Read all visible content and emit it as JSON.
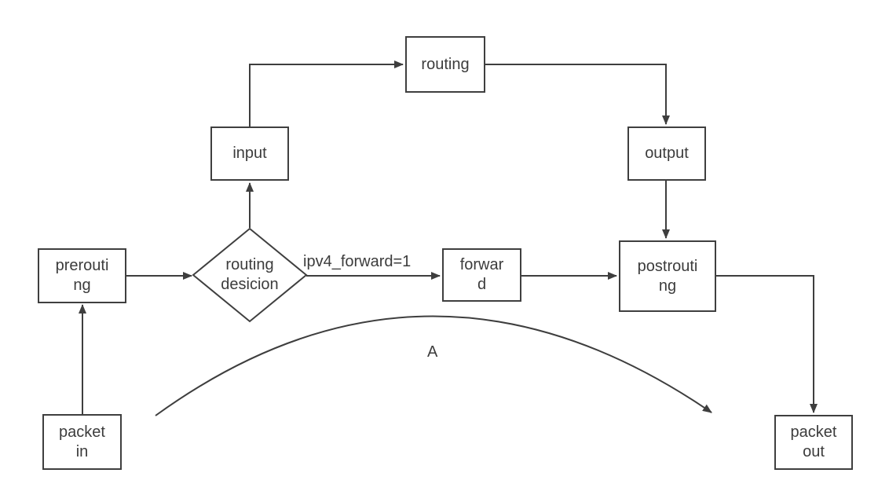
{
  "colors": {
    "line": "#3e3e3e",
    "border": "#3f3f3f",
    "text": "#3c3c3c",
    "background": "#ffffff"
  },
  "nodes": {
    "packet_in": {
      "lines": [
        "packet",
        "in"
      ]
    },
    "prerouting": {
      "lines": [
        "prerouti",
        "ng"
      ]
    },
    "routing_decision": {
      "lines": [
        "routing",
        "desicion"
      ]
    },
    "input": {
      "lines": [
        "input"
      ]
    },
    "routing": {
      "lines": [
        "routing"
      ]
    },
    "output": {
      "lines": [
        "output"
      ]
    },
    "forward": {
      "lines": [
        "forwar",
        "d"
      ]
    },
    "postrouting": {
      "lines": [
        "postrouti",
        "ng"
      ]
    },
    "packet_out": {
      "lines": [
        "packet",
        "out"
      ]
    }
  },
  "edge_labels": {
    "forward_condition": "ipv4_forward=1",
    "bypass_curve": "A"
  }
}
